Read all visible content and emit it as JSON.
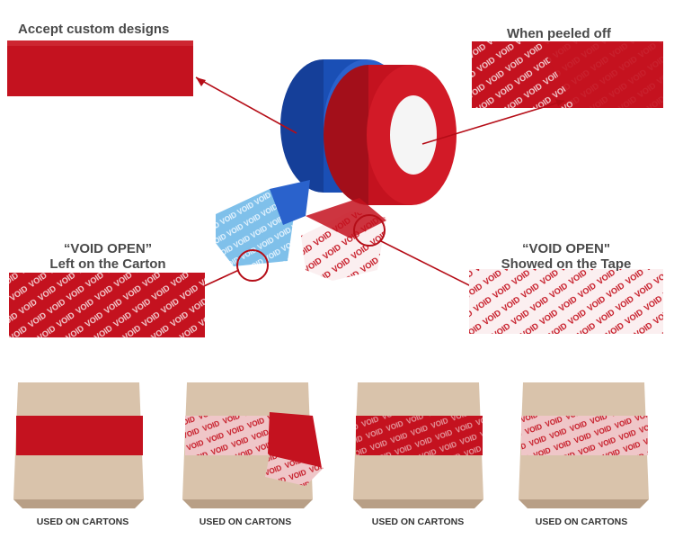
{
  "top_left_label": "Accept custom designs",
  "top_right_label": "When peeled off",
  "mid_left_label_line1": "“VOID OPEN”",
  "mid_left_label_line2": "Left on the Carton",
  "mid_right_label_line1": "“VOID OPEN\"",
  "mid_right_label_line2": "Showed on the Tape",
  "captions": [
    "USED ON CARTONS",
    "USED ON CARTONS",
    "USED ON CARTONS",
    "USED ON CARTONS"
  ],
  "colors": {
    "tape_red": "#c4121f",
    "tape_blue": "#1a4fb5",
    "cardboard": "#d9c3ab",
    "cardboard_side": "#c8ae93",
    "pointer_line": "#b50d17"
  }
}
